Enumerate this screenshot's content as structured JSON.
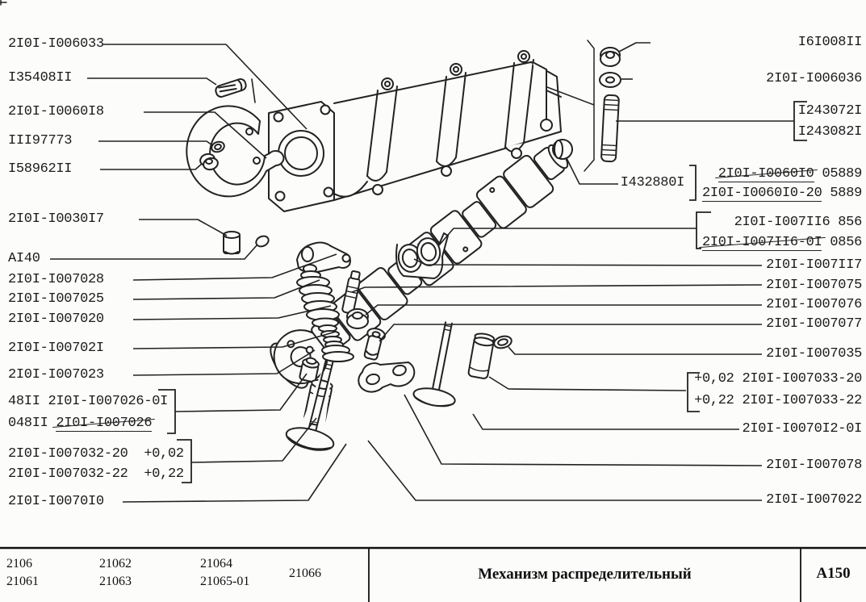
{
  "doc": {
    "type": "parts-catalog-diagram",
    "ink_color": "#222222",
    "paper_color": "#fcfcfb"
  },
  "labels_left": [
    {
      "segs": [
        {
          "t": "2I0I-I006033"
        }
      ]
    },
    {
      "segs": [
        {
          "t": "I35408II"
        }
      ]
    },
    {
      "segs": [
        {
          "t": "2I0I-I0060I8"
        }
      ]
    },
    {
      "segs": [
        {
          "t": "III97773"
        }
      ]
    },
    {
      "segs": [
        {
          "t": "I58962II"
        }
      ]
    },
    {
      "segs": [
        {
          "t": "2I0I-I0030I7"
        }
      ]
    },
    {
      "segs": [
        {
          "t": "AI40"
        }
      ]
    },
    {
      "segs": [
        {
          "t": "2I0I-I007028"
        }
      ]
    },
    {
      "segs": [
        {
          "t": "2I0I-I007025"
        }
      ]
    },
    {
      "segs": [
        {
          "t": "2I0I-I007020"
        }
      ]
    },
    {
      "segs": [
        {
          "t": "2I0I-I00702I"
        }
      ]
    },
    {
      "segs": [
        {
          "t": "2I0I-I007023"
        }
      ]
    },
    {
      "segs": [
        {
          "t": "48II 2I0I-I007026-0I"
        }
      ]
    },
    {
      "segs": [
        {
          "t": "048II "
        },
        {
          "t": "2I0I-I007026",
          "style": "strike"
        }
      ]
    },
    {
      "segs": [
        {
          "t": "2I0I-I007032-20  +0,02"
        }
      ]
    },
    {
      "segs": [
        {
          "t": "2I0I-I007032-22  +0,22"
        }
      ]
    },
    {
      "segs": [
        {
          "t": "2I0I-I0070I0"
        }
      ]
    }
  ],
  "labels_right": [
    {
      "segs": [
        {
          "t": "I6I008II"
        }
      ]
    },
    {
      "segs": [
        {
          "t": "2I0I-I006036"
        }
      ]
    },
    {
      "segs": [
        {
          "t": "I24307"
        },
        {
          "t": "2I"
        }
      ]
    },
    {
      "segs": [
        {
          "t": "I24308"
        },
        {
          "t": "2I"
        }
      ]
    },
    {
      "segs": [
        {
          "t": "I432880I"
        }
      ]
    },
    {
      "segs": [
        {
          "t": "2I0I-I0060I0",
          "style": "strike"
        },
        {
          "t": " 05889"
        }
      ]
    },
    {
      "segs": [
        {
          "t": "2I0I-I0060I0-20",
          "style": "under"
        },
        {
          "t": " 5889"
        }
      ]
    },
    {
      "segs": [
        {
          "t": "2I0I-I007II6 856"
        }
      ]
    },
    {
      "segs": [
        {
          "t": "2I0I-I007II6-0I",
          "style": "strike"
        },
        {
          "t": " 0856"
        }
      ]
    },
    {
      "segs": [
        {
          "t": "2I0I-I007II7"
        }
      ]
    },
    {
      "segs": [
        {
          "t": "2I0I-I007075"
        }
      ]
    },
    {
      "segs": [
        {
          "t": "2I0I-I007076"
        }
      ]
    },
    {
      "segs": [
        {
          "t": "2I0I-I007077"
        }
      ]
    },
    {
      "segs": [
        {
          "t": "2I0I-I007035"
        }
      ]
    },
    {
      "segs": [
        {
          "t": "+0,02 2I0I-I007033-20"
        }
      ]
    },
    {
      "segs": [
        {
          "t": "+0,22 2I0I-I007033-22"
        }
      ]
    },
    {
      "segs": [
        {
          "t": "2I0I-I0070I2-0I"
        }
      ]
    },
    {
      "segs": [
        {
          "t": "2I0I-I007078"
        }
      ]
    },
    {
      "segs": [
        {
          "t": "2I0I-I007022"
        }
      ]
    }
  ],
  "footer": {
    "models_col1": [
      "2106",
      "21061"
    ],
    "models_col2": [
      "21062",
      "21063"
    ],
    "models_col3": [
      "21064",
      "21065-01"
    ],
    "models_col4": [
      "21066"
    ],
    "title": "Механизм распределительный",
    "code": "А150"
  }
}
